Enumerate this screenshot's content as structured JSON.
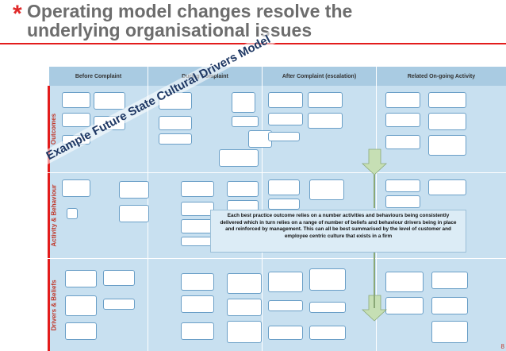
{
  "title": {
    "star": "*",
    "line1": "Operating model changes resolve the",
    "line2": "underlying organisational issues"
  },
  "columns": [
    "Before Complaint",
    "During Complaint",
    "After Complaint (escalation)",
    "Related On-going Activity"
  ],
  "rows": [
    "Outcomes",
    "Activity & Behaviour",
    "Drivers & Beliefs"
  ],
  "watermark": "Example Future State Cultural Drivers Model",
  "overlay_text": "Each best practice outcome relies on a number activities and behaviours being consistently delivered which in turn relies on a range of number of beliefs and behaviour drivers being in place and reinforced by management. This can all be best summarised by the level of customer and employee centric culture that exists in a firm",
  "page_number": "8",
  "colors": {
    "accent": "#e31c1c",
    "grid": "#c8e0f0",
    "header": "#a9cbe2",
    "arrow": "#c6dfb4"
  }
}
